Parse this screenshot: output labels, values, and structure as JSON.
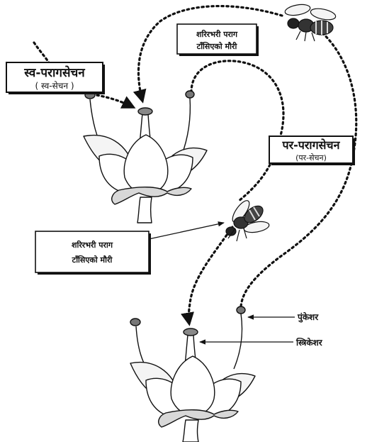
{
  "self_pollination": {
    "title": "स्व-परागसेचन",
    "subtitle": "( स्व-सेचन )"
  },
  "cross_pollination": {
    "title": "पर-परागसेचन",
    "subtitle": "(पर-सेचन)"
  },
  "bee_label_top": {
    "line1": "शरिरभरी पराग",
    "line2": "टाँसिएको मौरी"
  },
  "bee_label_middle": {
    "line1": "शरिरभरी पराग",
    "line2": "टाँसिएको मौरी"
  },
  "stamen_label": "पुंकेशर",
  "pistil_label": "स्त्रिकेशर"
}
